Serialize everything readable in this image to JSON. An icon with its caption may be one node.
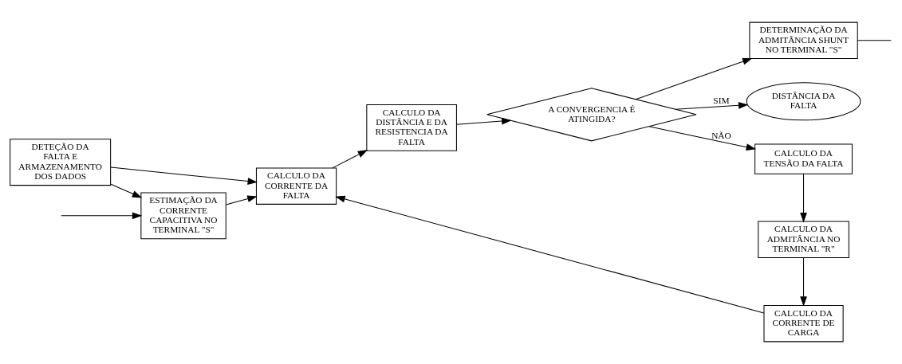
{
  "diagram": {
    "nodes": [
      {
        "text": [
          "DETEÇÃO DA FALTA E ARMAZENAMENTO DOS DADOS"
        ]
      },
      {
        "text": [
          "ESTIMAÇÃO DA CORRENTE CAPACITIVA NO TERMINAL \"S\""
        ]
      },
      {
        "text": [
          "CALCULO DA CORRENTE DA FALTA"
        ]
      },
      {
        "text": [
          "CALCULO DA DISTÂNCIA E DA RESISTENCIA DA FALTA"
        ]
      },
      {
        "text": [
          "A CONVERGENCIA É ATINGIDA?"
        ]
      },
      {
        "text": [
          "DISTÂNCIA DA FALTA"
        ]
      },
      {
        "text": [
          "CALCULO DA TENSÃO DA FALTA"
        ]
      },
      {
        "text": [
          "DETERMINAÇÃO DA ADMITÂNCIA SHUNT NO TERMINAL \"S\""
        ]
      },
      {
        "text": [
          "CALCULO DA ADMITÂNCIA NO TERMINAL \"R\""
        ]
      },
      {
        "text": [
          "CALCULO DA CORRENTE DE CARGA"
        ]
      }
    ],
    "edges": [
      {
        "from": 0,
        "to": 2,
        "arrow": "to"
      },
      {
        "from": 0,
        "to": 1,
        "arrow": "to"
      },
      {
        "from": 1,
        "to": 2,
        "arrow": "to"
      },
      {
        "from": 9,
        "to": 2,
        "arrow": "to"
      },
      {
        "from": 2,
        "to": 3,
        "arrow": "to"
      },
      {
        "from": 3,
        "to": 4,
        "arrow": "to"
      },
      {
        "from": 4,
        "to": 5,
        "arrow": "to",
        "label": "SIM"
      },
      {
        "from": 4,
        "to": 6,
        "arrow": "to",
        "label": "NÃO"
      },
      {
        "from": 4,
        "to": 7,
        "arrow": "to"
      },
      {
        "from": 6,
        "to": 8,
        "arrow": "to"
      },
      {
        "from": 8,
        "to": 9,
        "arrow": "to"
      },
      {
        "from": 7,
        "to": null,
        "arrow": "none"
      },
      {
        "from": null,
        "to": 1,
        "arrow": "to"
      }
    ]
  }
}
